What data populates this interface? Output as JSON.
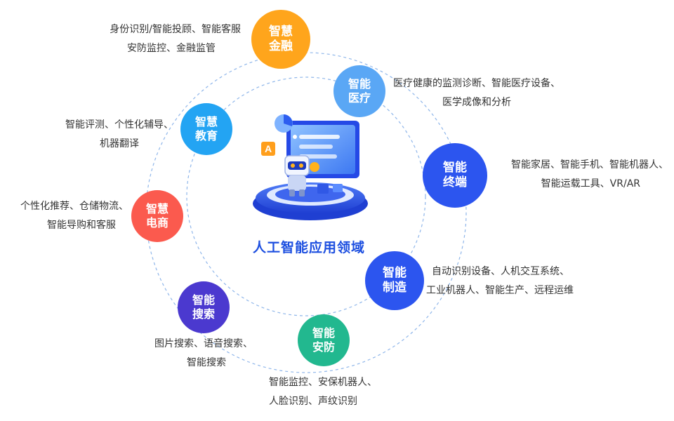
{
  "center": {
    "title": "人工智能应用领域"
  },
  "colors": {
    "ring": "#8fb6ea",
    "orange": "#ffa51c",
    "light_blue": "#5aa7f5",
    "deep_blue": "#2c55ef",
    "sky_blue": "#23a4f3",
    "red": "#fb5a4e",
    "indigo": "#4b39cf",
    "teal": "#22b88f",
    "accent_blue": "#1d4fe0"
  },
  "domains": [
    {
      "line1": "智慧",
      "line2": "金融",
      "desc": [
        "身份识别/智能投顾、智能客服",
        "安防监控、金融监管"
      ]
    },
    {
      "line1": "智能",
      "line2": "医疗",
      "desc": [
        "医疗健康的监测诊断、智能医疗设备、",
        "医学成像和分析"
      ]
    },
    {
      "line1": "智能",
      "line2": "终端",
      "desc": [
        "智能家居、智能手机、智能机器人、",
        "智能运载工具、VR/AR"
      ]
    },
    {
      "line1": "智慧",
      "line2": "教育",
      "desc": [
        "智能评测、个性化辅导、",
        "机器翻译"
      ]
    },
    {
      "line1": "智慧",
      "line2": "电商",
      "desc": [
        "个性化推荐、仓储物流、",
        "智能导购和客服"
      ]
    },
    {
      "line1": "智能",
      "line2": "制造",
      "desc": [
        "自动识别设备、人机交互系统、",
        "工业机器人、智能生产、远程运维"
      ]
    },
    {
      "line1": "智能",
      "line2": "搜索",
      "desc": [
        "图片搜索、语音搜索、",
        "智能搜索"
      ]
    },
    {
      "line1": "智能",
      "line2": "安防",
      "desc": [
        "智能监控、安保机器人、",
        "人脸识别、声纹识别"
      ]
    }
  ]
}
